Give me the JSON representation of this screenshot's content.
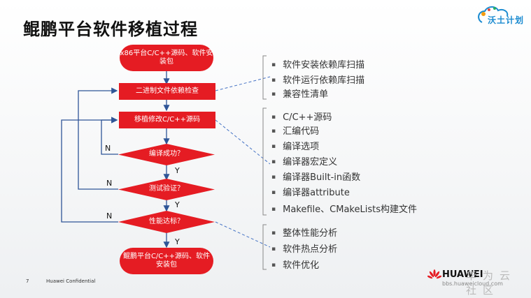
{
  "title": "鲲鹏平台软件移植过程",
  "top_logo": {
    "text": "沃土计划"
  },
  "flow": {
    "start": "x86平台C/C++源码、软件安装包",
    "step1": "二进制文件依赖检查",
    "step2": "移植修改C/C++源码",
    "decision1": "编译成功？",
    "decision2": "测试验证？",
    "decision3": "性能达标？",
    "end": "鲲鹏平台C/C++源码、软件安装包",
    "label_n": "N",
    "label_y": "Y"
  },
  "groups": [
    {
      "items": [
        "软件安装依赖库扫描",
        "软件运行依赖库扫描",
        "兼容性清单"
      ]
    },
    {
      "items": [
        "C/C++源码",
        "汇编代码",
        "编译选项",
        "编译器宏定义",
        "编译器Built-in函数",
        "编译器attribute",
        "Makefile、CMakeLists构建文件"
      ]
    },
    {
      "items": [
        "整体性能分析",
        "软件热点分析",
        "软件优化"
      ]
    }
  ],
  "footer": {
    "page_number": "7",
    "confidential": "Huawei Confidential",
    "brand": "HUAWEI",
    "url": "bbs.huaweicloud.com",
    "community": "华为云社区"
  },
  "colors": {
    "accent": "#e51c23",
    "connector": "#2f5597",
    "bracket_dashed": "#4472c4"
  }
}
